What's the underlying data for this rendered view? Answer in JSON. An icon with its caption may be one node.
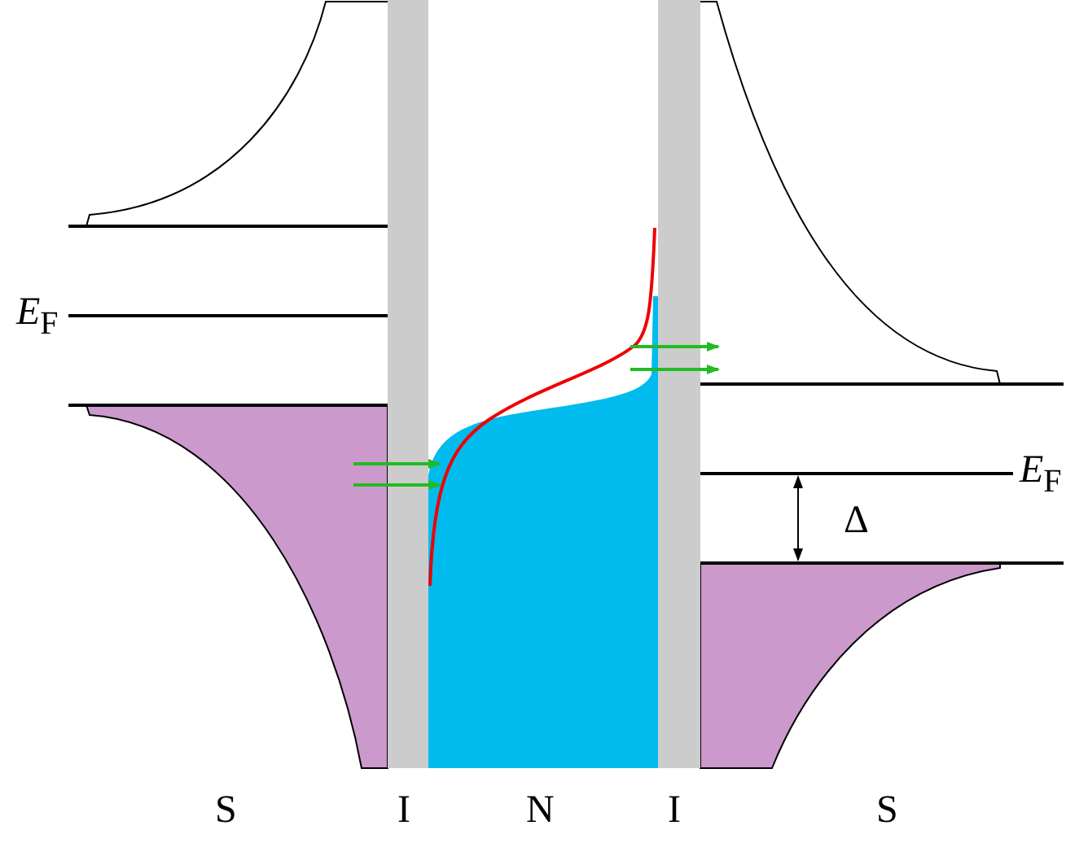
{
  "diagram": {
    "labels": [
      "*E*$_{F}$",
      "*E*$_{F}$",
      "Δ",
      "S",
      "I",
      "N",
      "I",
      "S"
    ]
  }
}
